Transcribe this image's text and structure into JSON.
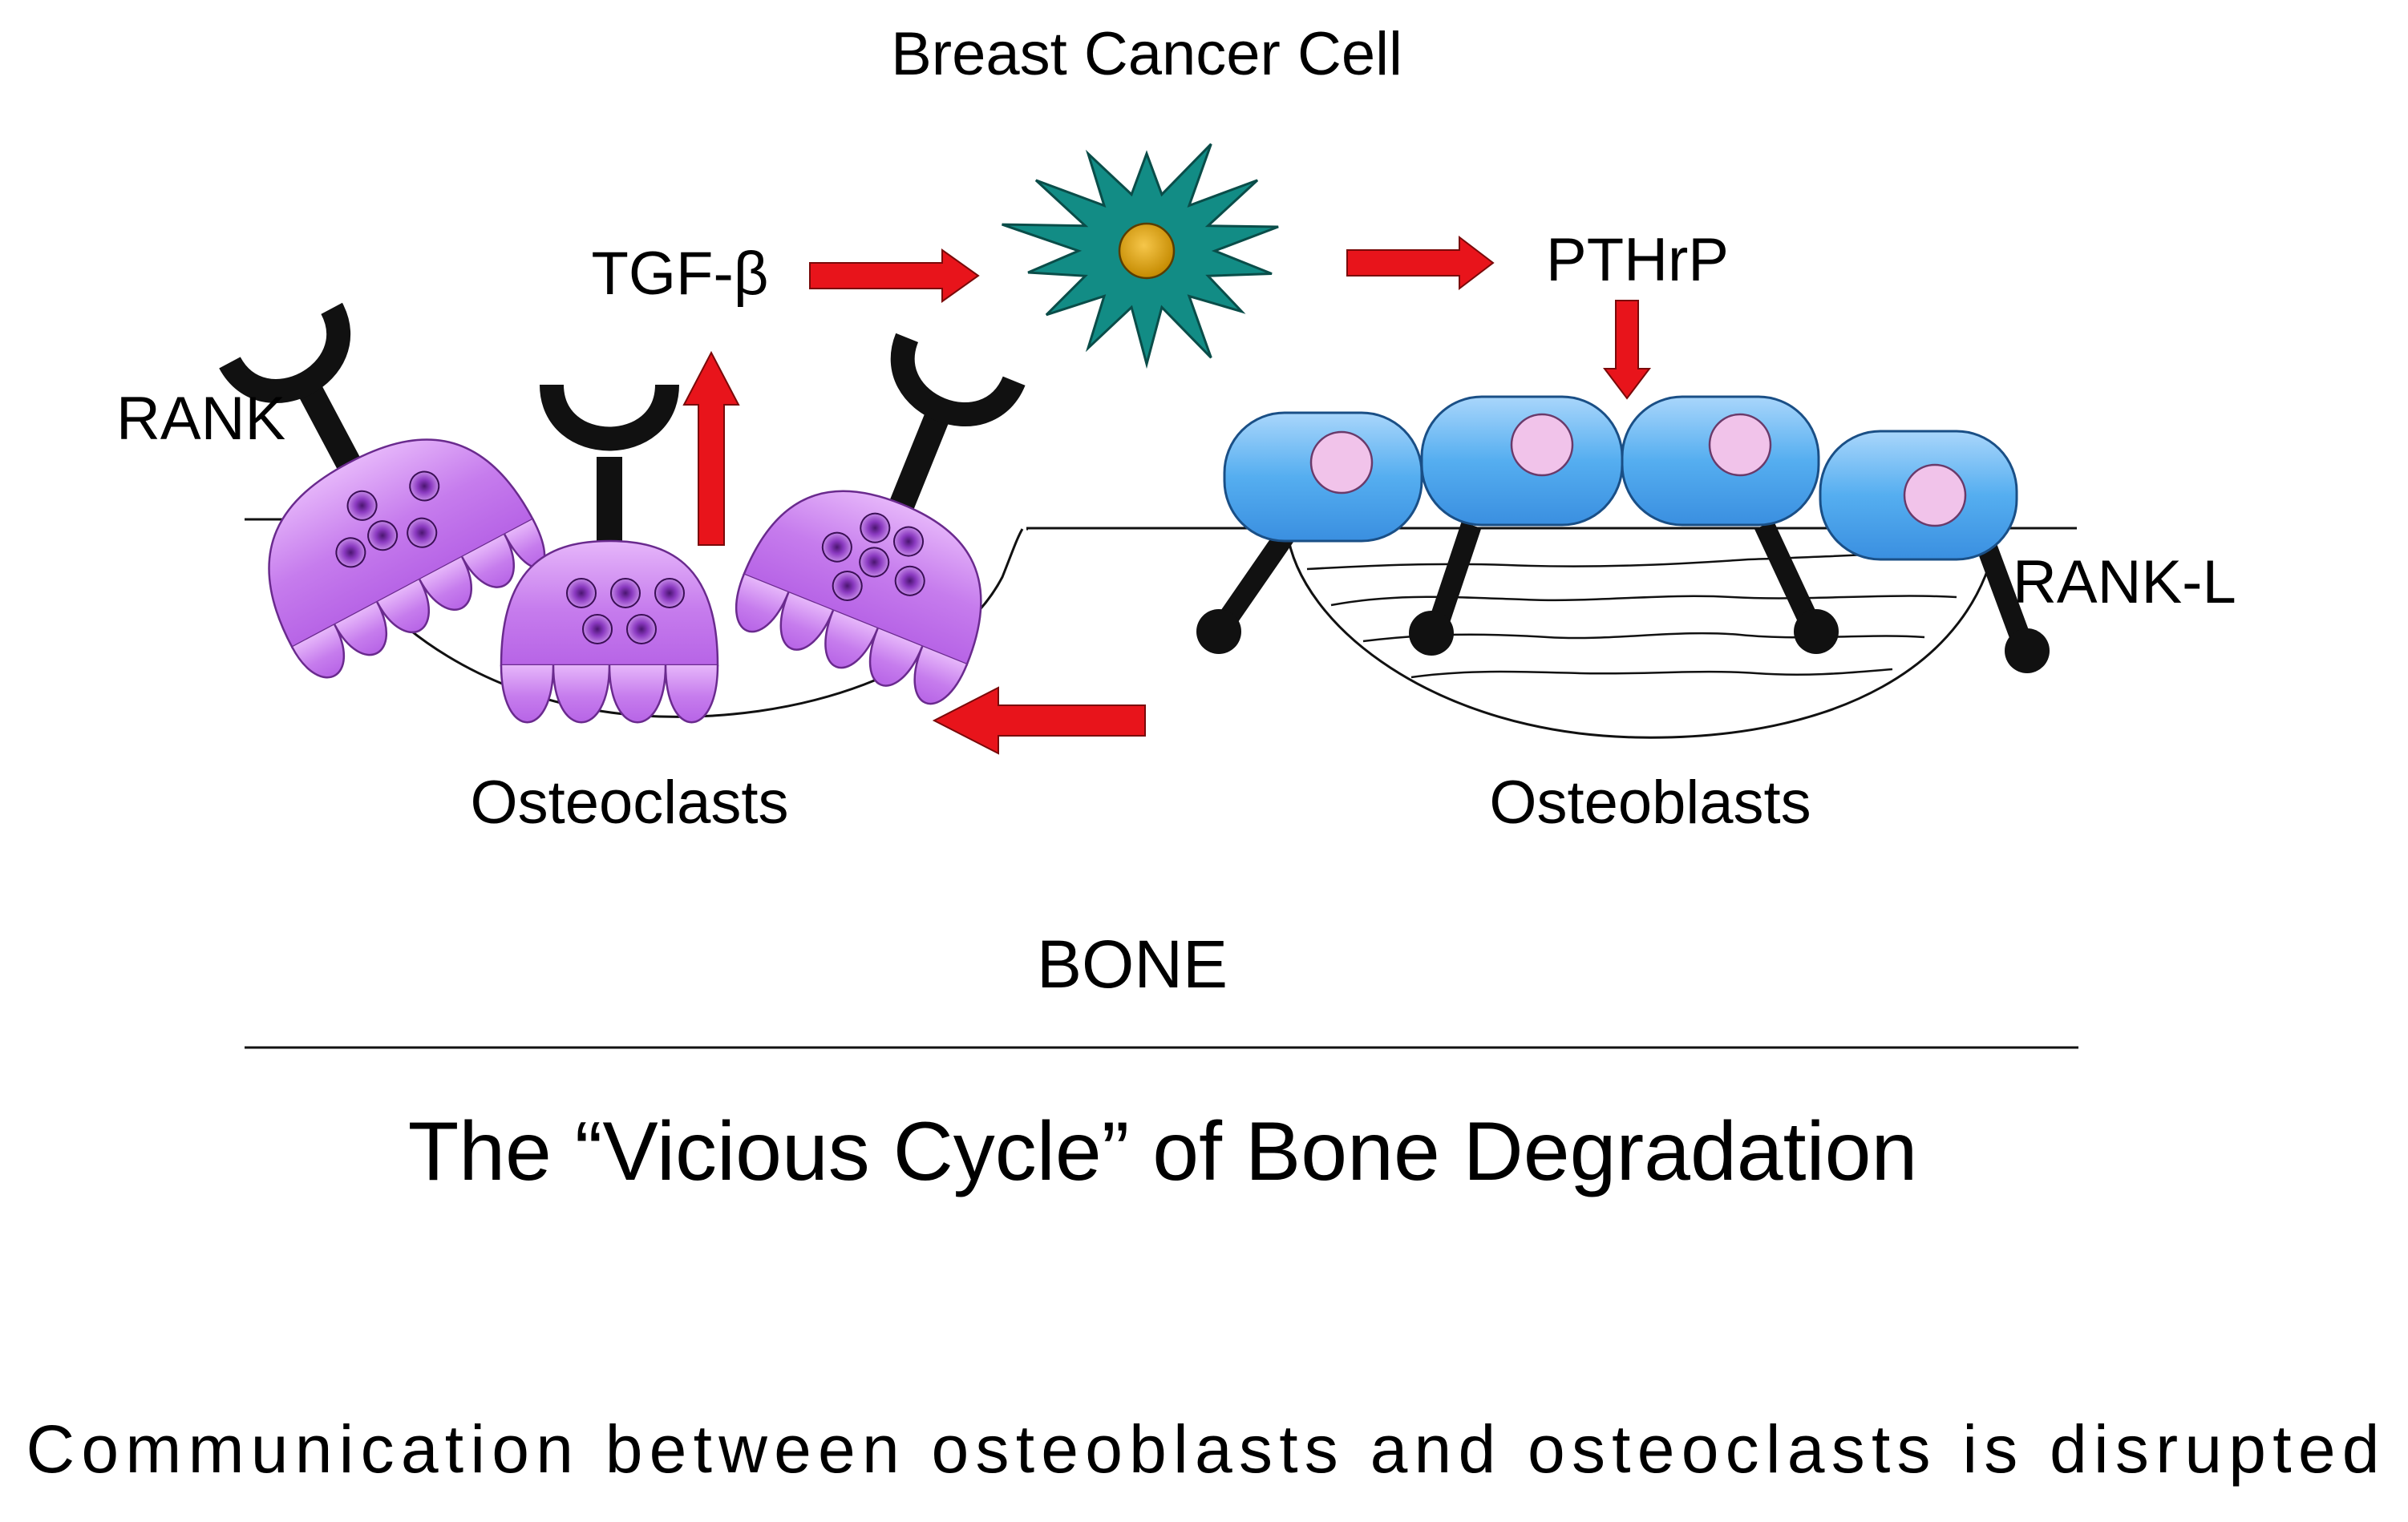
{
  "labels": {
    "breast_cancer_cell": "Breast Cancer Cell",
    "tgf_beta": "TGF-β",
    "pthrp": "PTHrP",
    "rank": "RANK",
    "rank_l": "RANK-L",
    "osteoclasts": "Osteoclasts",
    "osteoblasts": "Osteoblasts",
    "bone": "BONE"
  },
  "title": "The “Vicious Cycle” of Bone Degradation",
  "caption": "Communication between osteoblasts and osteoclasts is disrupted",
  "colors": {
    "arrow": "#e8141b",
    "cancer_cell": "#128c85",
    "cancer_nucleus": "#d4a00a",
    "osteoclast": "#c77ded",
    "osteoclast_granule": "#9b3fc9",
    "osteoblast": "#4aa6ee",
    "osteoblast_nucleus": "#f1c3ea",
    "receptor": "#111111"
  },
  "icons": {
    "cancer_cell": "spiky-star-cell",
    "receptor": "y-shaped-receptor",
    "ligand": "lollipop-ligand"
  }
}
